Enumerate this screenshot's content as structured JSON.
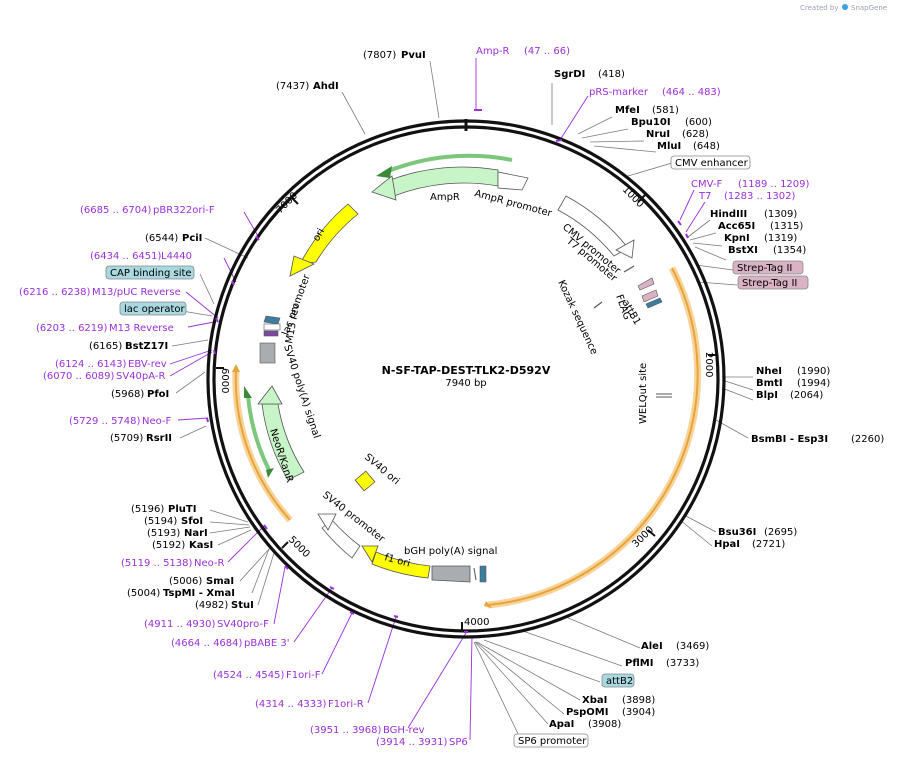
{
  "credit": {
    "prefix": "Created by",
    "brand": "SnapGene"
  },
  "plasmid": {
    "name": "N-SF-TAP-DEST-TLK2-D592V",
    "size_label": "7940 bp",
    "length": 7940
  },
  "ticks": [
    "1000",
    "2000",
    "3000",
    "4000",
    "5000",
    "6000",
    "7000"
  ],
  "colors": {
    "primer": "#9b30d9",
    "backbone": "#111111",
    "orange": "#e8a33b",
    "green_feature": "#c8f5c8",
    "yellow_feature": "#ffff00",
    "tag": "#d9b3c4",
    "misc": "#a8d8e0"
  },
  "sites": [
    {
      "pos": "(7807)",
      "name": "PvuI"
    },
    {
      "pos": "(418)",
      "name": "SgrDI"
    },
    {
      "pos": "(7437)",
      "name": "AhdI"
    },
    {
      "pos": "(581)",
      "name": "MfeI"
    },
    {
      "pos": "(600)",
      "name": "Bpu10I"
    },
    {
      "pos": "(628)",
      "name": "NruI"
    },
    {
      "pos": "(648)",
      "name": "MluI"
    },
    {
      "pos": "(1309)",
      "name": "HindIII"
    },
    {
      "pos": "(1315)",
      "name": "Acc65I"
    },
    {
      "pos": "(1319)",
      "name": "KpnI"
    },
    {
      "pos": "(1354)",
      "name": "BstXI"
    },
    {
      "pos": "(1990)",
      "name": "NheI"
    },
    {
      "pos": "(1994)",
      "name": "BmtI"
    },
    {
      "pos": "(2064)",
      "name": "BlpI"
    },
    {
      "pos": "(2260)",
      "name": "BsmBI - Esp3I"
    },
    {
      "pos": "(2695)",
      "name": "Bsu36I"
    },
    {
      "pos": "(2721)",
      "name": "HpaI"
    },
    {
      "pos": "(3469)",
      "name": "AleI"
    },
    {
      "pos": "(3733)",
      "name": "PflMI"
    },
    {
      "pos": "(3898)",
      "name": "XbaI"
    },
    {
      "pos": "(3904)",
      "name": "PspOMI"
    },
    {
      "pos": "(3908)",
      "name": "ApaI"
    },
    {
      "pos": "(6544)",
      "name": "PciI"
    },
    {
      "pos": "(6165)",
      "name": "BstZ17I"
    },
    {
      "pos": "(5968)",
      "name": "PfoI"
    },
    {
      "pos": "(5709)",
      "name": "RsrII"
    },
    {
      "pos": "(5196)",
      "name": "PluTI"
    },
    {
      "pos": "(5194)",
      "name": "SfoI"
    },
    {
      "pos": "(5193)",
      "name": "NarI"
    },
    {
      "pos": "(5192)",
      "name": "KasI"
    },
    {
      "pos": "(5006)",
      "name": "SmaI"
    },
    {
      "pos": "(5004)",
      "name": "TspMI - XmaI"
    },
    {
      "pos": "(4982)",
      "name": "StuI"
    }
  ],
  "primers": [
    {
      "name": "Amp-R",
      "range": "(47 .. 66)"
    },
    {
      "name": "pRS-marker",
      "range": "(464 .. 483)"
    },
    {
      "name": "CMV-F",
      "range": "(1189 .. 1209)"
    },
    {
      "name": "T7",
      "range": "(1283 .. 1302)"
    },
    {
      "name": "pBR322ori-F",
      "range": "(6685 .. 6704)"
    },
    {
      "name": "L4440",
      "range": "(6434 .. 6451)"
    },
    {
      "name": "M13/pUC Reverse",
      "range": "(6216 .. 6238)"
    },
    {
      "name": "M13 Reverse",
      "range": "(6203 .. 6219)"
    },
    {
      "name": "EBV-rev",
      "range": "(6124 .. 6143)"
    },
    {
      "name": "SV40pA-R",
      "range": "(6070 .. 6089)"
    },
    {
      "name": "Neo-F",
      "range": "(5729 .. 5748)"
    },
    {
      "name": "Neo-R",
      "range": "(5119 .. 5138)"
    },
    {
      "name": "SV40pro-F",
      "range": "(4911 .. 4930)"
    },
    {
      "name": "pBABE 3'",
      "range": "(4664 .. 4684)"
    },
    {
      "name": "F1ori-F",
      "range": "(4524 .. 4545)"
    },
    {
      "name": "F1ori-R",
      "range": "(4314 .. 4333)"
    },
    {
      "name": "BGH-rev",
      "range": "(3951 .. 3968)"
    },
    {
      "name": "SP6",
      "range": "(3914 .. 3931)"
    }
  ],
  "boxed_labels": [
    "CMV enhancer",
    "Strep-Tag II",
    "Strep-Tag II",
    "CAP binding site",
    "lac operator",
    "attB2",
    "SP6 promoter"
  ],
  "features": [
    "AmpR",
    "AmpR promoter",
    "ori",
    "CMV promoter",
    "T7 promoter",
    "attB1",
    "FLAG",
    "Kozak sequence",
    "WELQut site",
    "lac promoter",
    "M13 rev",
    "SV40 poly(A) signal",
    "NeoR/KanR",
    "SV40 ori",
    "SV40 promoter",
    "f1 ori",
    "bGH poly(A) signal"
  ]
}
